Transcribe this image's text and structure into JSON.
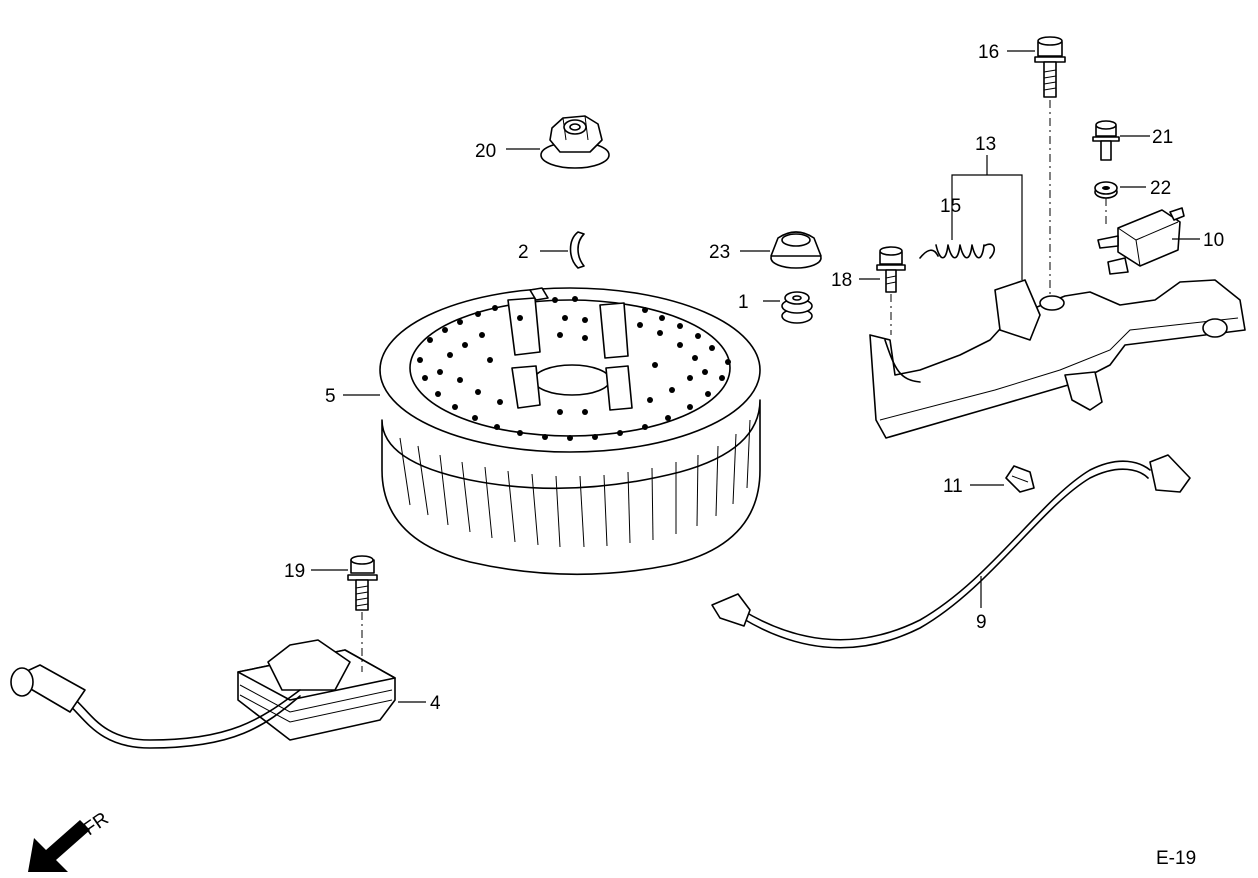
{
  "diagram": {
    "page_code": "E-19",
    "direction_label": "FR",
    "callouts": {
      "c1": "1",
      "c2": "2",
      "c4": "4",
      "c5": "5",
      "c9": "9",
      "c10": "10",
      "c11": "11",
      "c13": "13",
      "c15": "15",
      "c16": "16",
      "c18": "18",
      "c19": "19",
      "c20": "20",
      "c21": "21",
      "c22": "22",
      "c23": "23"
    }
  }
}
